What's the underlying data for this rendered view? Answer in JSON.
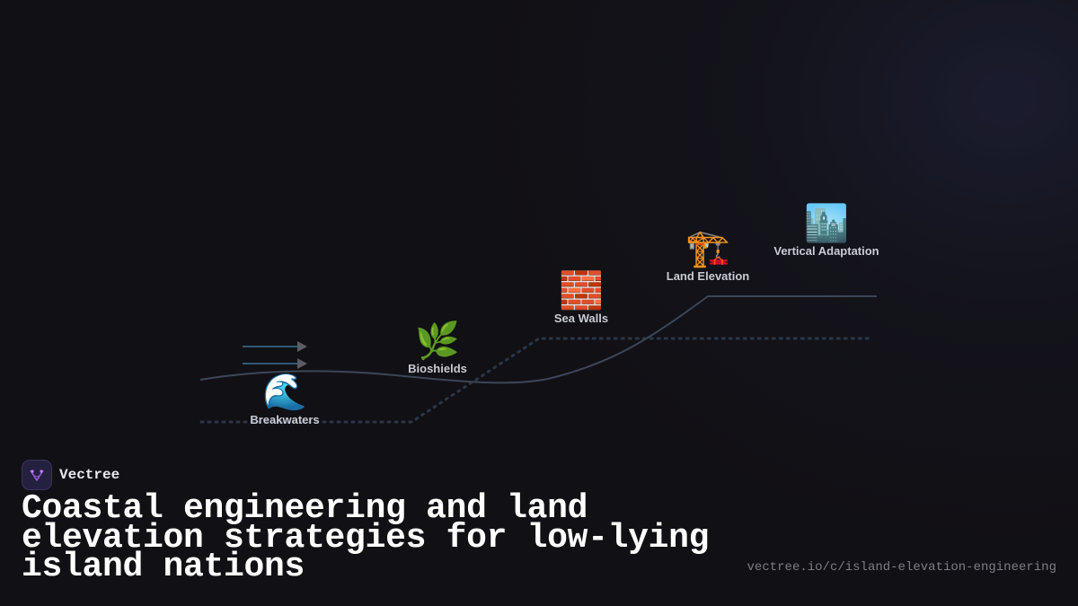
{
  "brand": {
    "name": "Vectree",
    "logo_icon": "vectree-logo-icon",
    "accent": "#a25be0"
  },
  "title": "Coastal engineering and land elevation strategies for low-lying island nations",
  "url": "vectree.io/c/island-elevation-engineering",
  "diagram": {
    "nodes": [
      {
        "id": "breakwaters",
        "label": "Breakwaters",
        "icon": "wave-icon",
        "glyph": "🌊"
      },
      {
        "id": "bioshields",
        "label": "Bioshields",
        "icon": "herb-icon",
        "glyph": "🌿"
      },
      {
        "id": "sea-walls",
        "label": "Sea Walls",
        "icon": "brick-icon",
        "glyph": "🧱"
      },
      {
        "id": "land-elevation",
        "label": "Land Elevation",
        "icon": "crane-icon",
        "glyph": "🏗️"
      },
      {
        "id": "vertical-adaptation",
        "label": "Vertical Adaptation",
        "icon": "cityscape-icon",
        "glyph": "🏙️"
      }
    ],
    "wave_arrows": 2,
    "colors": {
      "background": "#111014",
      "curve": "#3c4658",
      "dotted": "#2b3648",
      "arrow_line": "#2f5a74",
      "arrow_head": "#5a5c66",
      "label": "#c9cad2"
    }
  }
}
